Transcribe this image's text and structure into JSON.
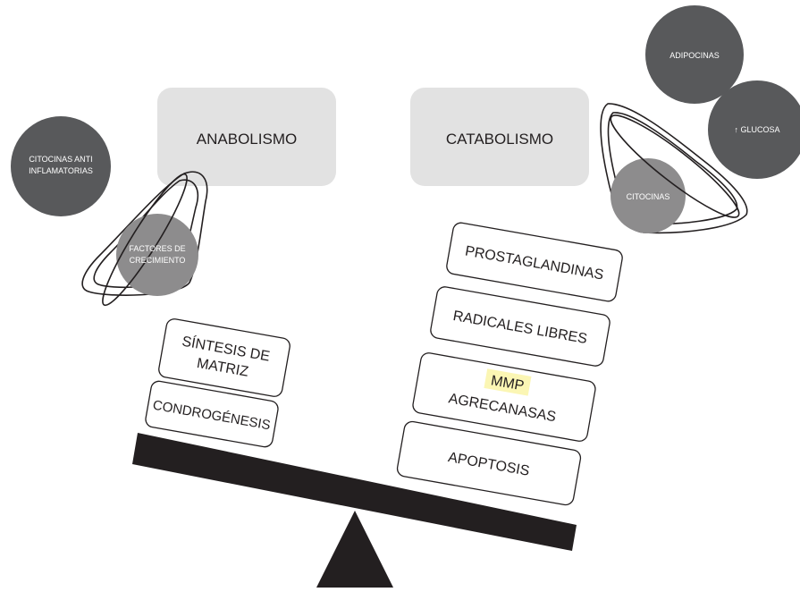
{
  "headers": {
    "anabolism": "ANABOLISMO",
    "catabolism": "CATABOLISMO"
  },
  "left_circles": {
    "anti_inflammatory_line1": "CITOCINAS ANTI",
    "anti_inflammatory_line2": "INFLAMATORIAS",
    "growth_factors_line1": "FACTORES DE",
    "growth_factors_line2": "CRECIMIENTO"
  },
  "right_circles": {
    "adipokines": "ADIPOCINAS",
    "glucose_arrow": "↑",
    "glucose": "GLUCOSA",
    "cytokines": "CITOCINAS"
  },
  "left_blocks": {
    "matrix_synthesis_line1": "SÍNTESIS DE",
    "matrix_synthesis_line2": "MATRIZ",
    "chondrogenesis": "CONDROGÉNESIS"
  },
  "right_blocks": {
    "prostaglandins": "PROSTAGLANDINAS",
    "free_radicals": "RADICALES LIBRES",
    "mmp": "MMP",
    "aggrecanases": "AGRECANASAS",
    "apoptosis": "APOPTOSIS"
  },
  "colors": {
    "header_fill": "#e2e2e2",
    "dark_circle": "#58595b",
    "grey_circle": "#8d8c8d",
    "highlight": "#fbf6b4",
    "beam": "#231f20"
  }
}
